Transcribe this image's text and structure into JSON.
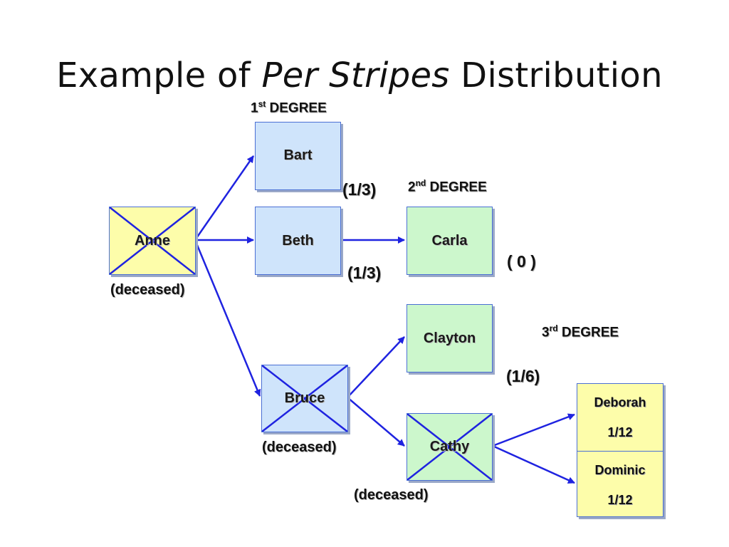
{
  "title": {
    "prefix": "Example of ",
    "emphasis": "Per Stripes",
    "suffix": " Distribution"
  },
  "degrees": {
    "first": {
      "num": "1",
      "sup": "st",
      "label": " DEGREE"
    },
    "second": {
      "num": "2",
      "sup": "nd",
      "label": " DEGREE"
    },
    "third": {
      "num": "3",
      "sup": "rd",
      "label": " DEGREE"
    }
  },
  "people": {
    "anne": "Anne",
    "bart": "Bart",
    "beth": "Beth",
    "bruce": "Bruce",
    "carla": "Carla",
    "clayton": "Clayton",
    "cathy": "Cathy",
    "deborah": "Deborah",
    "dominic": "Dominic"
  },
  "shares": {
    "bart": "(1/3)",
    "beth": "(1/3)",
    "carla": "( 0 )",
    "clayton": "(1/6)",
    "deborah": "1/12",
    "dominic": "1/12"
  },
  "status": {
    "anne": "(deceased)",
    "bruce": "(deceased)",
    "cathy": "(deceased)"
  },
  "colors": {
    "edge": "#1f23e0",
    "box_border": "#4a6fd4",
    "blue_fill": "#cfe4fb",
    "yellow_fill": "#fdfdaa",
    "green_fill": "#ccf7cc"
  }
}
